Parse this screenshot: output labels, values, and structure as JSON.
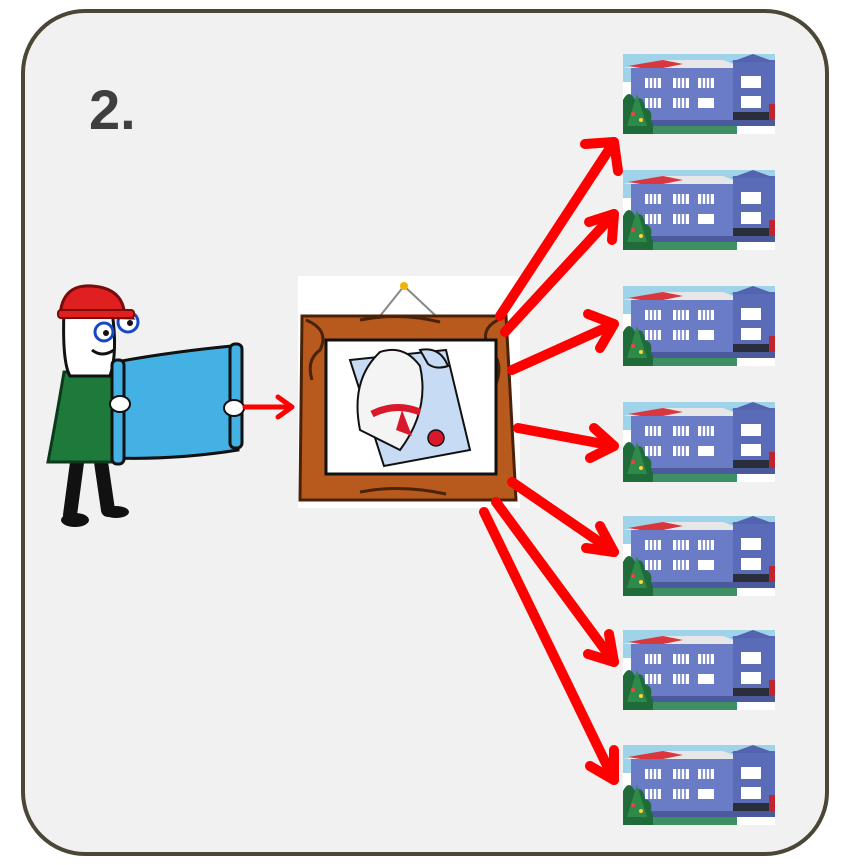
{
  "step_label": "2.",
  "icons": {
    "engineer": "engineer-with-blueprint-icon",
    "framed_diploma": "framed-diploma-icon",
    "building": "school-building-icon",
    "arrow": "red-arrow"
  },
  "building_count": 7,
  "colors": {
    "panel_border": "#4b4636",
    "panel_fill": "#f1f1f1",
    "arrow": "#ff0000",
    "building_wall": "#6b7cc7",
    "frame_wood": "#b85a1e"
  }
}
